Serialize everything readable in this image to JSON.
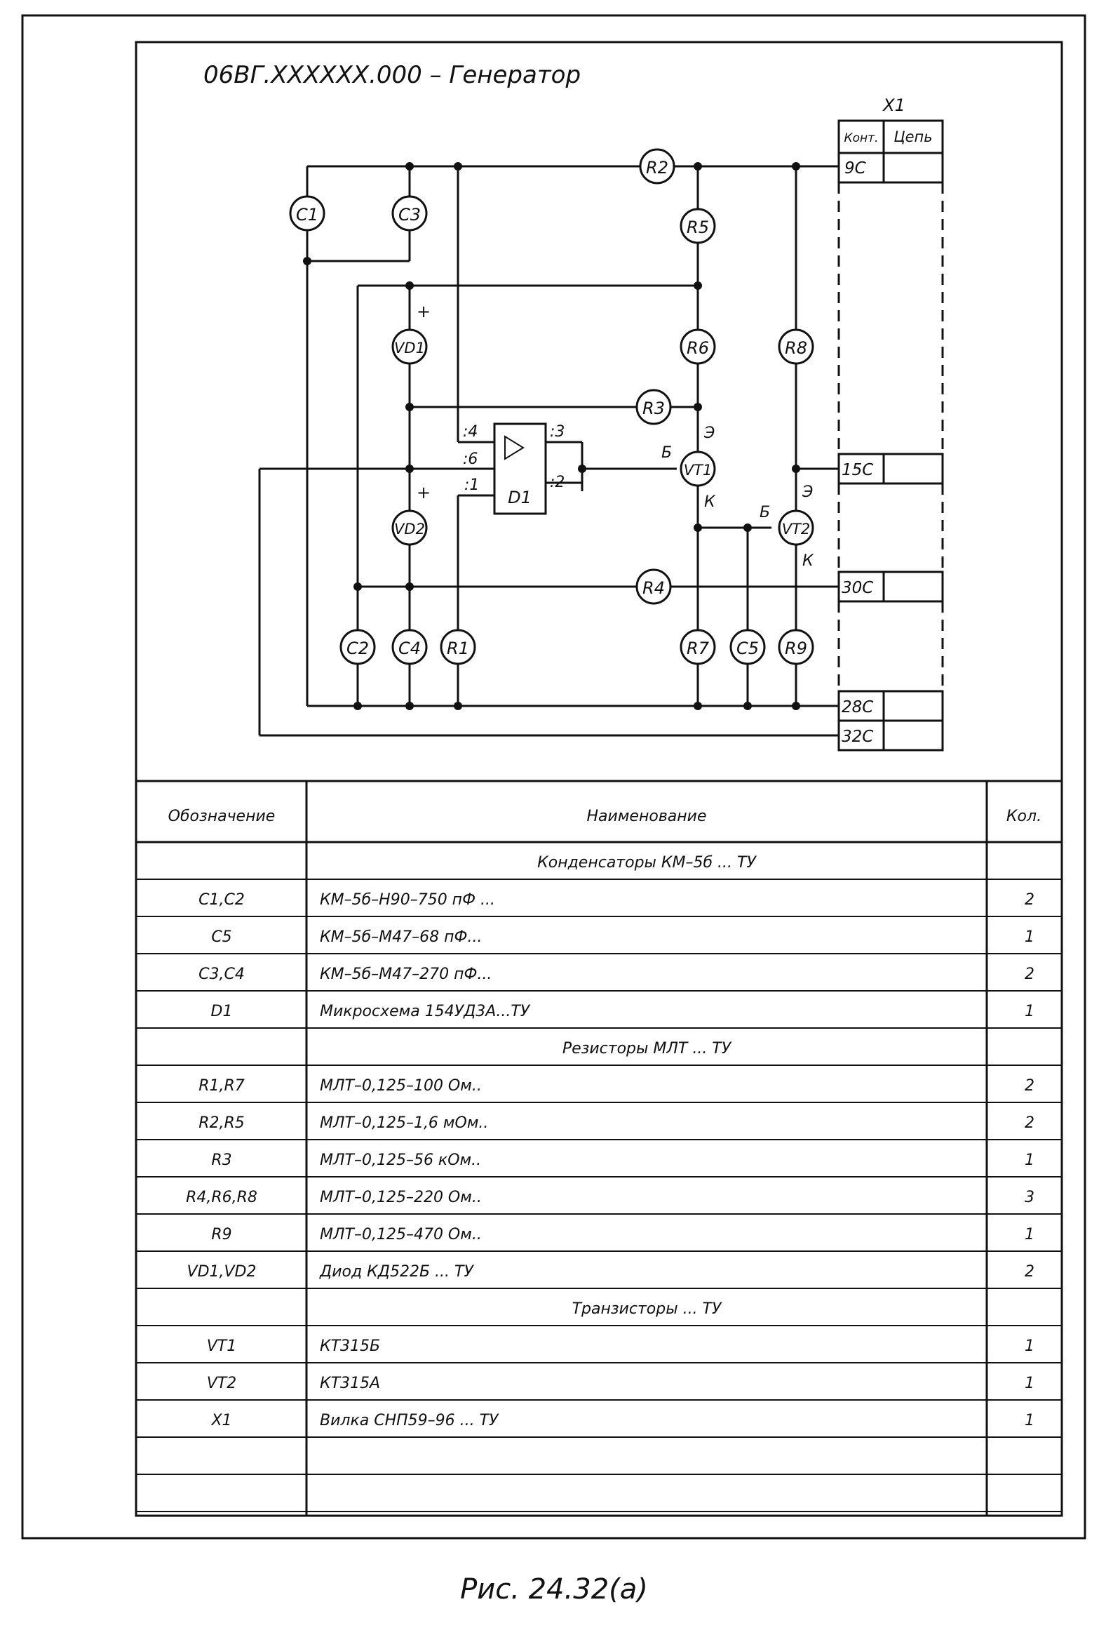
{
  "title": "06ВГ.XXXXXX.000 – Генератор",
  "connector": {
    "name": "X1",
    "col_contact": "Конт.",
    "col_circuit": "Цепь",
    "contacts": [
      "9С",
      "15С",
      "30С",
      "28С",
      "32С"
    ]
  },
  "elements": {
    "C1": "C1",
    "C2": "C2",
    "C3": "C3",
    "C4": "C4",
    "C5": "C5",
    "R1": "R1",
    "R2": "R2",
    "R3": "R3",
    "R4": "R4",
    "R5": "R5",
    "R6": "R6",
    "R7": "R7",
    "R8": "R8",
    "R9": "R9",
    "VD1": "VD1",
    "VD2": "VD2",
    "VT1": "VT1",
    "VT2": "VT2",
    "D1": "D1"
  },
  "pins": {
    "d1_4": ":4",
    "d1_6": ":6",
    "d1_1": ":1",
    "d1_3": ":3",
    "d1_2": ":2",
    "vt1_e": "Э",
    "vt1_b": "Б",
    "vt1_k": "К",
    "vt2_e": "Э",
    "vt2_b": "Б",
    "vt2_k": "К",
    "vd1_plus": "+",
    "vd2_plus": "+"
  },
  "table": {
    "headers": [
      "Обозначение",
      "Наименование",
      "Кол."
    ],
    "rows": [
      {
        "designation": "",
        "name": "Конденсаторы КМ–5б ... ТУ",
        "qty": "",
        "group": true
      },
      {
        "designation": "С1,С2",
        "name": "КМ–5б–Н90–750 пФ ...",
        "qty": "2"
      },
      {
        "designation": "С5",
        "name": "КМ–5б–М47–68 пФ...",
        "qty": "1"
      },
      {
        "designation": "С3,С4",
        "name": "КМ–5б–М47–270 пФ...",
        "qty": "2"
      },
      {
        "designation": "D1",
        "name": "Микросхема 154УД3А...ТУ",
        "qty": "1"
      },
      {
        "designation": "",
        "name": "Резисторы МЛТ ... ТУ",
        "qty": "",
        "group": true
      },
      {
        "designation": "R1,R7",
        "name": "МЛТ–0,125–100 Ом..",
        "qty": "2"
      },
      {
        "designation": "R2,R5",
        "name": "МЛТ–0,125–1,6 мОм..",
        "qty": "2"
      },
      {
        "designation": "R3",
        "name": "МЛТ–0,125–56 кОм..",
        "qty": "1"
      },
      {
        "designation": "R4,R6,R8",
        "name": "МЛТ–0,125–220 Ом..",
        "qty": "3"
      },
      {
        "designation": "R9",
        "name": "МЛТ–0,125–470 Ом..",
        "qty": "1"
      },
      {
        "designation": "VD1,VD2",
        "name": "Диод КД522Б ... ТУ",
        "qty": "2"
      },
      {
        "designation": "",
        "name": "Транзисторы ... ТУ",
        "qty": "",
        "group": true
      },
      {
        "designation": "VT1",
        "name": "КТ315Б",
        "qty": "1"
      },
      {
        "designation": "VT2",
        "name": "КТ315А",
        "qty": "1"
      },
      {
        "designation": "X1",
        "name": "Вилка СНП59–96 ... ТУ",
        "qty": "1"
      },
      {
        "designation": "",
        "name": "",
        "qty": ""
      },
      {
        "designation": "",
        "name": "",
        "qty": ""
      }
    ]
  },
  "caption": "Рис. 24.32(а)"
}
